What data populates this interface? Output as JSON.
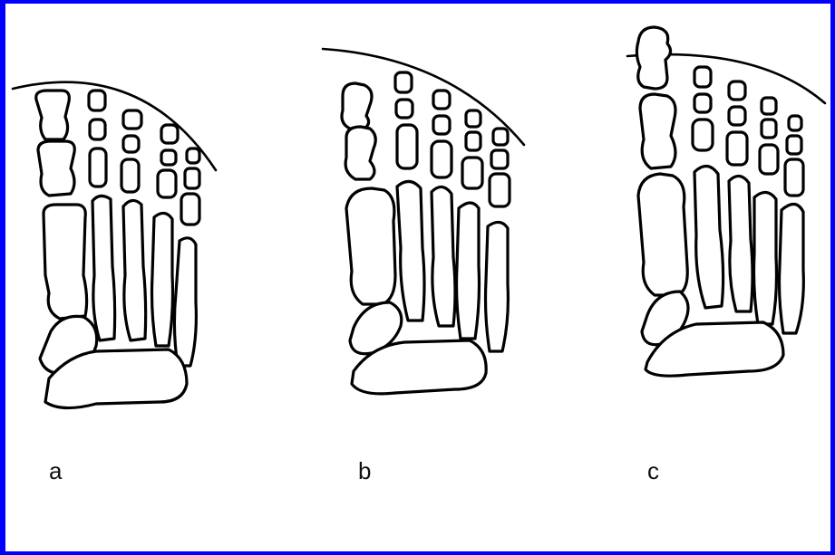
{
  "diagram": {
    "panels": [
      {
        "id": "a",
        "label": "a"
      },
      {
        "id": "b",
        "label": "b"
      },
      {
        "id": "c",
        "label": "c"
      }
    ]
  },
  "colors": {
    "border": "#0000ff",
    "background": "#ffffff",
    "line": "#000000"
  }
}
